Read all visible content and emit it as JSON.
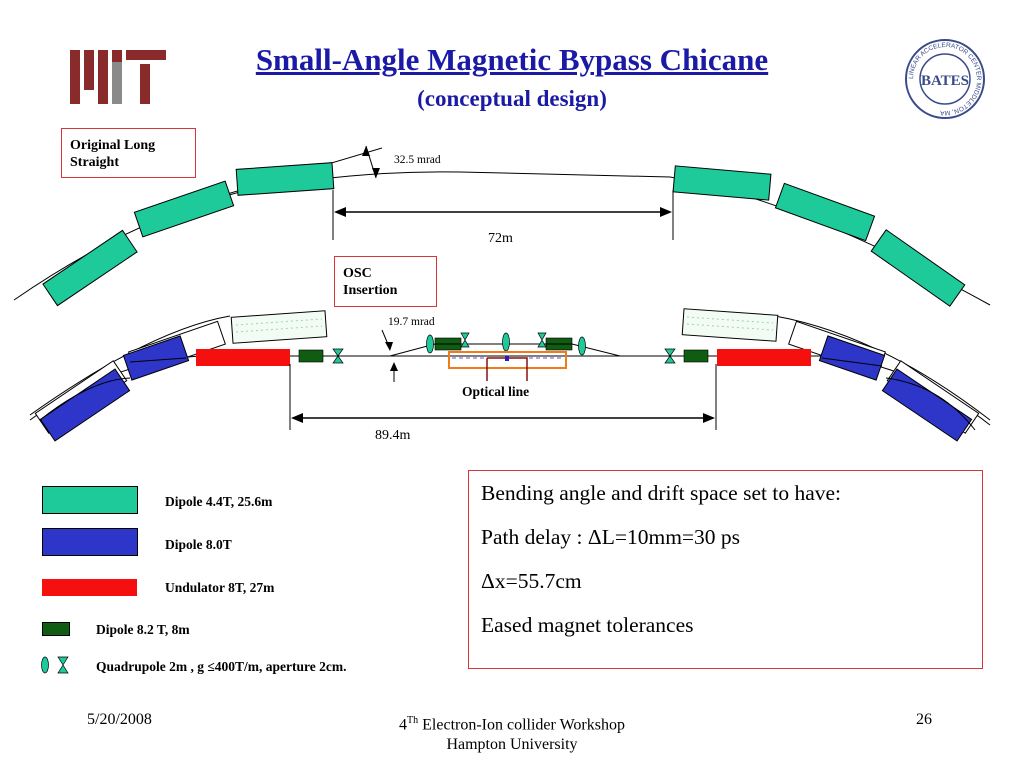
{
  "slide": {
    "title": "Small-Angle Magnetic Bypass Chicane",
    "subtitle": "(conceptual design)",
    "box_original": "Original  Long Straight",
    "box_osc": "OSC Insertion",
    "label_angle_top": "32.5 mrad",
    "label_length_top": "72m",
    "label_angle_bottom": "19.7 mrad",
    "label_optical": "Optical line",
    "label_length_bottom": "89.4m",
    "legend": [
      {
        "label": "Dipole  4.4T, 25.6m",
        "color": "#1ec99a"
      },
      {
        "label": "Dipole  8.0T",
        "color": "#2e36c9"
      },
      {
        "label": "Undulator 8T, 27m",
        "color": "#f50f0f"
      },
      {
        "label": "Dipole  8.2 T, 8m",
        "color": "#0f5c12"
      },
      {
        "label": "Quadrupole  2m , g ≤400T/m, aperture 2cm.",
        "color": "#1ec99a"
      }
    ],
    "info": {
      "line1": "Bending angle and drift space set to have:",
      "line2": "Path delay : ΔL=10mm=30 ps",
      "line3": "Δx=55.7cm",
      "line4": "Eased magnet tolerances"
    },
    "footer": {
      "date": "5/20/2008",
      "event_sup": "Th",
      "event_num": "4",
      "event_rest": " Electron-Ion collider Workshop",
      "venue": "Hampton University",
      "page": "26"
    },
    "logos": {
      "mit": "MIT",
      "bates_text": "BATES",
      "bates_ring": "LINEAR ACCELERATOR CENTER MIDDLETON, MA"
    }
  }
}
